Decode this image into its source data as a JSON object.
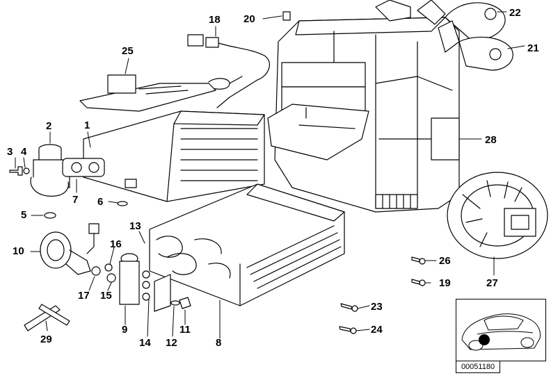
{
  "diagram": {
    "reference_number": "00051180",
    "callouts": [
      {
        "id": "1",
        "text": "1"
      },
      {
        "id": "2",
        "text": "2"
      },
      {
        "id": "3",
        "text": "3"
      },
      {
        "id": "4",
        "text": "4"
      },
      {
        "id": "5",
        "text": "5"
      },
      {
        "id": "6",
        "text": "6"
      },
      {
        "id": "7",
        "text": "7"
      },
      {
        "id": "8",
        "text": "8"
      },
      {
        "id": "9",
        "text": "9"
      },
      {
        "id": "10",
        "text": "10"
      },
      {
        "id": "11",
        "text": "11"
      },
      {
        "id": "12",
        "text": "12"
      },
      {
        "id": "13",
        "text": "13"
      },
      {
        "id": "14",
        "text": "14"
      },
      {
        "id": "15",
        "text": "15"
      },
      {
        "id": "16",
        "text": "16"
      },
      {
        "id": "17",
        "text": "17"
      },
      {
        "id": "18",
        "text": "18"
      },
      {
        "id": "19",
        "text": "19"
      },
      {
        "id": "20",
        "text": "20"
      },
      {
        "id": "21",
        "text": "21"
      },
      {
        "id": "22",
        "text": "22"
      },
      {
        "id": "23",
        "text": "23"
      },
      {
        "id": "24",
        "text": "24"
      },
      {
        "id": "25",
        "text": "25"
      },
      {
        "id": "26",
        "text": "26"
      },
      {
        "id": "27",
        "text": "27"
      },
      {
        "id": "28",
        "text": "28"
      },
      {
        "id": "29",
        "text": "29"
      }
    ]
  }
}
